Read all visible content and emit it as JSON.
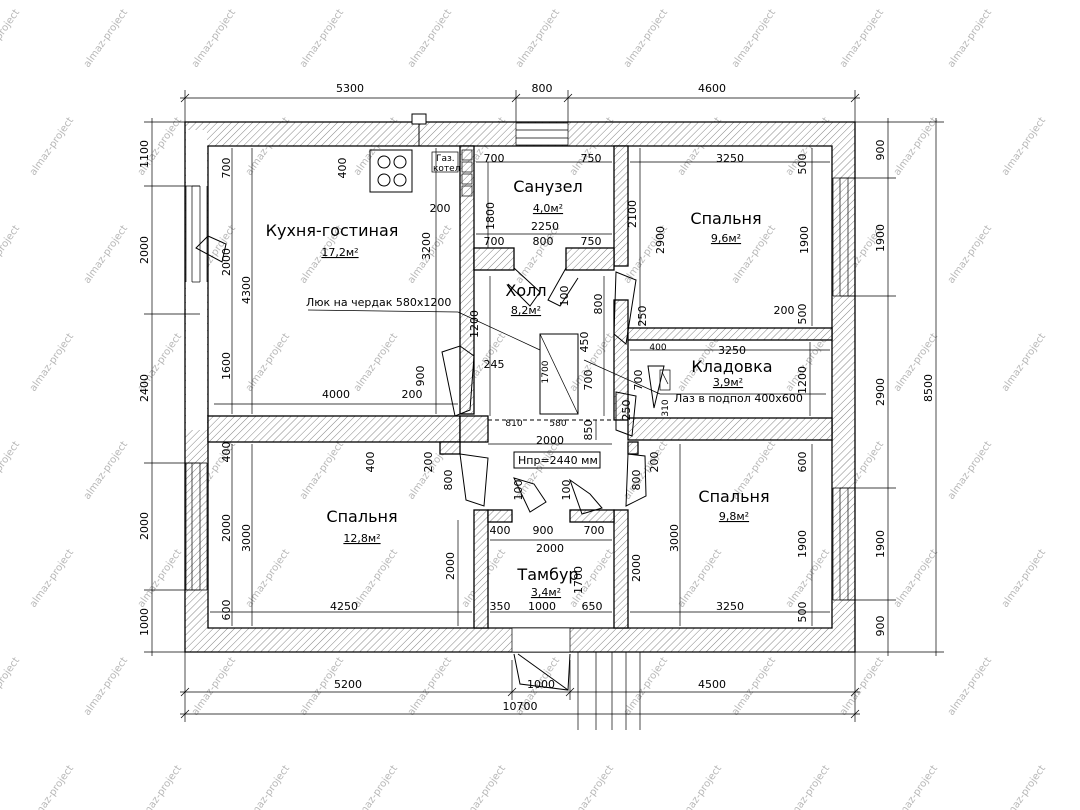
{
  "watermark": "almaz-project",
  "rooms": {
    "kitchen": {
      "name": "Кухня-гостиная",
      "area": "17,2м²"
    },
    "bathroom": {
      "name": "Санузел",
      "area": "4,0м²"
    },
    "hall": {
      "name": "Холл",
      "area": "8,2м²"
    },
    "bedroom_ne": {
      "name": "Спальня",
      "area": "9,6м²"
    },
    "storage": {
      "name": "Кладовка",
      "area": "3,9м²"
    },
    "bedroom_sw": {
      "name": "Спальня",
      "area": "12,8м²"
    },
    "bedroom_se": {
      "name": "Спальня",
      "area": "9,8м²"
    },
    "vestibule": {
      "name": "Тамбур",
      "area": "3,4м²"
    }
  },
  "notes": {
    "hatch": "Люк на чердак 580х1200",
    "ceiling_height": "Нпр=2440 мм",
    "crawl": "Лаз в подпол 400х600",
    "boiler_line1": "Газ.",
    "boiler_line2": "котел"
  },
  "dims": {
    "top_5300": "5300",
    "top_800": "800",
    "top_4600": "4600",
    "bot_5200": "5200",
    "bot_1000": "1000",
    "bot_4500": "4500",
    "bot_total": "10700",
    "left_1100": "1100",
    "left_2000a": "2000",
    "left_2400": "2400",
    "left_2000b": "2000",
    "left_1000": "1000",
    "right_900a": "900",
    "right_1900a": "1900",
    "right_2900": "2900",
    "right_1900b": "1900",
    "right_900b": "900",
    "right_total": "8500",
    "k_700": "700",
    "k_400": "400",
    "k_2000": "2000",
    "k_4300": "4300",
    "k_1600": "1600",
    "k_3200": "3200",
    "k_200": "200",
    "k_4000": "4000",
    "k_900": "900",
    "k_200b": "200",
    "b_700": "700",
    "b_750": "750",
    "b_1800": "1800",
    "b_2250": "2250",
    "b_700b": "700",
    "b_800": "800",
    "b_750b": "750",
    "h_1200": "1200",
    "h_100": "100",
    "h_800": "800",
    "h_450": "450",
    "h_700": "700",
    "h_245": "245",
    "h_1700": "1700",
    "h_810": "810",
    "h_580": "580",
    "h_850": "850",
    "h_250": "250",
    "h_2000": "2000",
    "ne_3250": "3250",
    "ne_2100": "2100",
    "ne_2900": "2900",
    "ne_1900": "1900",
    "ne_250": "250",
    "ne_200": "200",
    "ne_500": "500",
    "st_400": "400",
    "st_3250": "3250",
    "st_700": "700",
    "st_1200": "1200",
    "st_310": "310",
    "st_250": "250",
    "sw_400": "400",
    "sw_400b": "400",
    "sw_200": "200",
    "sw_800": "800",
    "sw_2000": "2000",
    "sw_3000": "3000",
    "sw_600": "600",
    "sw_4250": "4250",
    "sw_2000b": "2000",
    "v_100a": "100",
    "v_100b": "100",
    "v_400": "400",
    "v_900": "900",
    "v_700": "700",
    "v_2000": "2000",
    "v_350": "350",
    "v_1000": "1000",
    "v_650": "650",
    "v_1700": "1700",
    "se_200": "200",
    "se_800": "800",
    "se_600": "600",
    "se_3000": "3000",
    "se_1900": "1900",
    "se_2000": "2000",
    "se_3250": "3250",
    "se_500": "500"
  }
}
